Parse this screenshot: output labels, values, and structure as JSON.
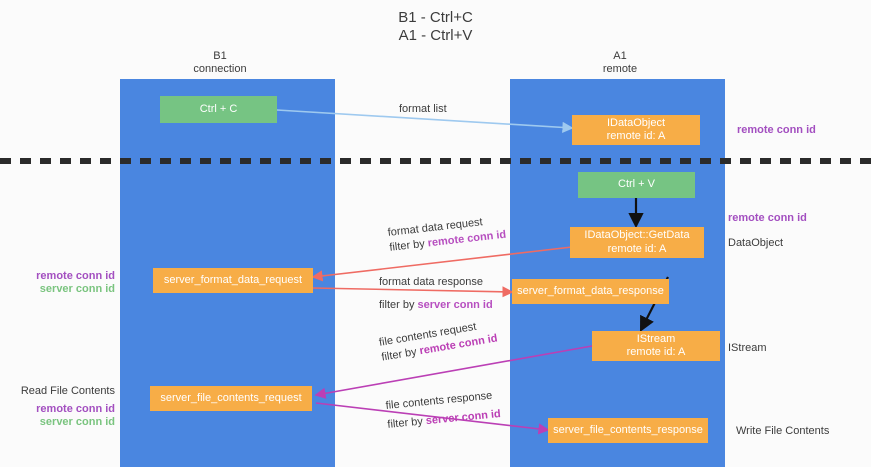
{
  "title": {
    "line1": "B1 - Ctrl+C",
    "line2": "A1 - Ctrl+V"
  },
  "columns": [
    {
      "name": "B1",
      "sub": "connection"
    },
    {
      "name": "A1",
      "sub": "remote"
    }
  ],
  "colors": {
    "lane": "#4a86e0",
    "green_box": "#76c483",
    "orange_box": "#f7ad47",
    "purple_text": "#a34fc0",
    "green_text": "#7ac47f",
    "format_list_arrow": "#9ec9ef",
    "format_data_arrow": "#ef6b63",
    "file_contents_arrow": "#bb3fb5",
    "black_arrow": "#000000",
    "divider": "#2b2b2b"
  },
  "boxes": {
    "ctrl_c": "Ctrl + C",
    "ctrl_v": "Ctrl + V",
    "idataobject": "IDataObject\nremote id: A",
    "idataobject_getdata": "IDataObject::GetData\nremote id: A",
    "istream": "IStream\nremote id: A",
    "server_format_data_request": "server_format_data_request",
    "server_format_data_response": "server_format_data_response",
    "server_file_contents_request": "server_file_contents_request",
    "server_file_contents_response": "server_file_contents_response"
  },
  "edge_labels": {
    "format_list": "format list",
    "format_data_request": "format data request",
    "format_data_request_filter_prefix": "filter by ",
    "format_data_request_filter_key": "remote conn id",
    "format_data_response": "format data response",
    "format_data_response_filter_prefix": "filter by ",
    "format_data_response_filter_key": "server conn id",
    "file_contents_request": "file contents request",
    "file_contents_request_filter_prefix": "filter by ",
    "file_contents_request_filter_key": "remote conn id",
    "file_contents_response": "file contents response",
    "file_contents_response_filter_prefix": "filter by ",
    "file_contents_response_filter_key": "server conn id"
  },
  "side_labels": {
    "right_remote_conn_id_top": "remote conn id",
    "right_remote_conn_id_mid": "remote conn id",
    "right_dataobject": "DataObject",
    "right_istream": "IStream",
    "right_write_file_contents": "Write File Contents",
    "left_remote_conn_id_mid": "remote conn id",
    "left_server_conn_id_mid": "server conn id",
    "left_read_file_contents": "Read File Contents",
    "left_remote_conn_id_bottom": "remote conn id",
    "left_server_conn_id_bottom": "server conn id"
  }
}
